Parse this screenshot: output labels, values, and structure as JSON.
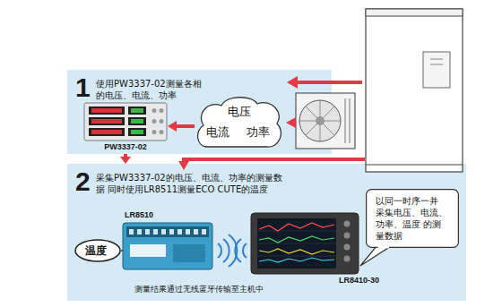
{
  "diagram": {
    "nodes": [
      {
        "text": [
          "1",
          "使用PW3337-02测量各相 的电压、电流、功率"
        ]
      },
      {
        "text": [
          "PW3337-02"
        ],
        "in": 0
      },
      {
        "text": [
          "电压",
          "电流",
          "功率"
        ],
        "in": 0
      },
      {
        "text": [
          "2",
          "采集PW3337-02的电压、电流、功率的测量数据 同时使用LR8511测量ECO CUTE的温度"
        ]
      },
      {
        "text": [
          "LR8510"
        ],
        "in": 3
      },
      {
        "text": [
          "温度"
        ],
        "in": 3
      },
      {
        "text": [
          "LR8410-30"
        ],
        "in": 3
      },
      {
        "text": [
          "以同一时序一并 采集电压、电流、 功率、温度 的测量数据"
        ],
        "in": 3
      }
    ],
    "edges": [
      {
        "from": 2,
        "to": 1,
        "arrow": "to"
      },
      {
        "from": 0,
        "to": 3,
        "arrow": "to"
      },
      {
        "from": 5,
        "to": 4,
        "arrow": "none"
      }
    ],
    "labels": [
      "测量结果通过无线蓝牙传输至主机中"
    ]
  }
}
